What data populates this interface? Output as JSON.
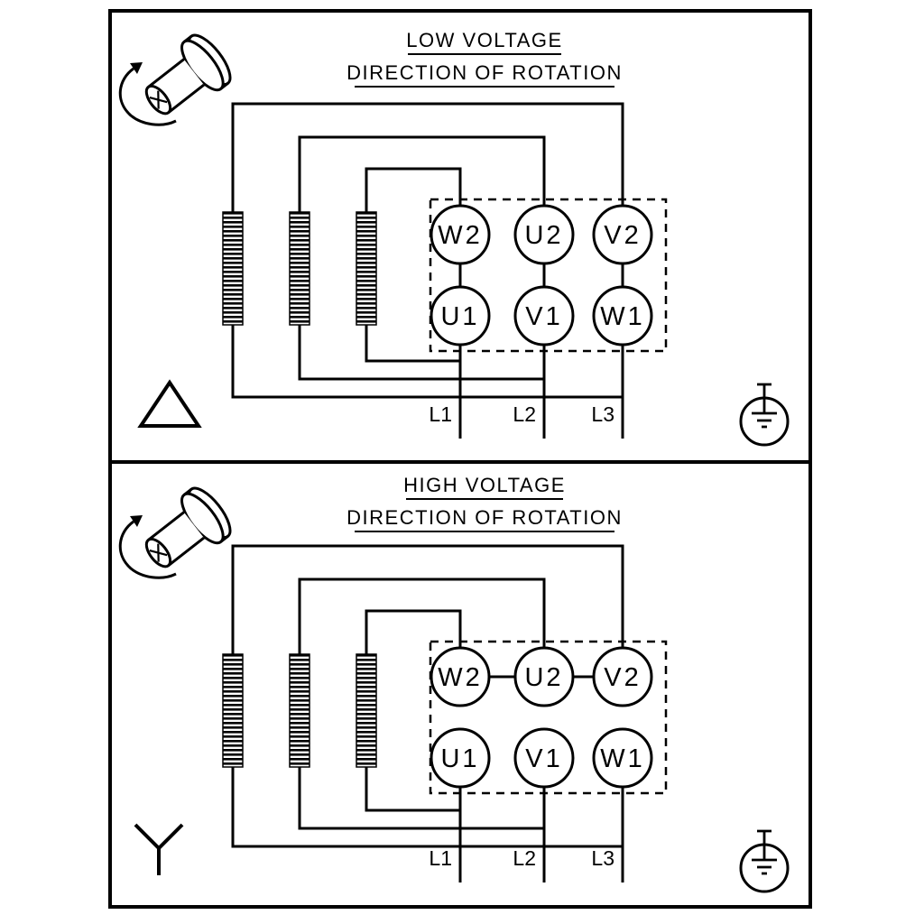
{
  "colors": {
    "ink": "#000000",
    "background": "#ffffff"
  },
  "panels": [
    {
      "id": "low-voltage",
      "title": "LOW VOLTAGE",
      "subtitle": "DIRECTION OF ROTATION",
      "connection_symbol": "delta",
      "terminals": {
        "top": [
          "W2",
          "U2",
          "V2"
        ],
        "bottom": [
          "U1",
          "V1",
          "W1"
        ]
      },
      "supply_lines": [
        "L1",
        "L2",
        "L3"
      ],
      "icons": [
        "shaft-rotation-icon",
        "delta-symbol-icon",
        "earth-ground-icon",
        "winding-coil"
      ]
    },
    {
      "id": "high-voltage",
      "title": "HIGH VOLTAGE",
      "subtitle": "DIRECTION OF ROTATION",
      "connection_symbol": "star",
      "terminals": {
        "top": [
          "W2",
          "U2",
          "V2"
        ],
        "bottom": [
          "U1",
          "V1",
          "W1"
        ]
      },
      "supply_lines": [
        "L1",
        "L2",
        "L3"
      ],
      "icons": [
        "shaft-rotation-icon",
        "star-symbol-icon",
        "earth-ground-icon",
        "winding-coil"
      ]
    }
  ]
}
